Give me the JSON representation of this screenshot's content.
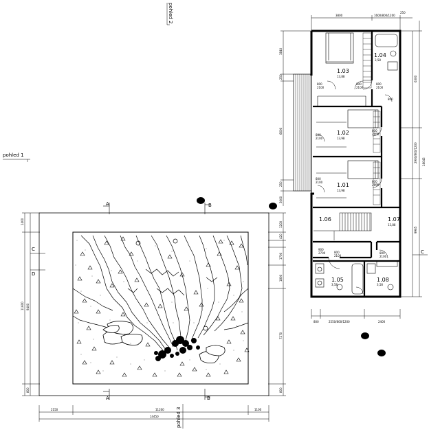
{
  "views": {
    "pohled1": "pohled 1",
    "pohled2": "pohled 2",
    "pohled3": "pohled 3"
  },
  "section_marks": {
    "a": "A",
    "b": "B",
    "c": "C",
    "d": "D"
  },
  "site_dims": {
    "left_1400": "1400",
    "left_11600": "11600",
    "left_9400": "9400",
    "left_800": "800",
    "right_1200": "1200",
    "right_420": "420",
    "right_1700": "1700",
    "right_1800": "1800",
    "right_7270": "7270",
    "right_800": "800",
    "bottom_2150": "2150",
    "bottom_11200": "11200",
    "bottom_1100": "1100",
    "bottom_14450": "14450"
  },
  "plan_dims": {
    "top_3800": "3800",
    "top_1800": "1600/800/1200",
    "top_250": "250",
    "right_6300": "6300",
    "right_18045": "18045",
    "right_2900": "2900/800/1200",
    "right_9965": "9965",
    "left_3840": "3840",
    "left_250a": "250",
    "left_6600": "6600",
    "left_250b": "250",
    "left_3000": "3000",
    "bottom_800": "800",
    "bottom_2550": "2550/800/1200",
    "bottom_2400": "2400"
  },
  "rooms": [
    {
      "id": "r103",
      "label": "1.03",
      "area": "13,88"
    },
    {
      "id": "r104",
      "label": "1.04",
      "area": "3,58"
    },
    {
      "id": "r102",
      "label": "1.02",
      "area": "13,98"
    },
    {
      "id": "r101",
      "label": "1.01",
      "area": "13,98"
    },
    {
      "id": "r106",
      "label": "1.06",
      "area": ""
    },
    {
      "id": "r107",
      "label": "1.07",
      "area": "13,88"
    },
    {
      "id": "r105",
      "label": "1.05",
      "area": "3,58"
    },
    {
      "id": "r108",
      "label": "1.08",
      "area": "3,58"
    }
  ],
  "door_labels": {
    "d800": "800",
    "d900": "900",
    "d2100": "2100",
    "d2700": "2700"
  },
  "colors": {
    "line": "#000000",
    "paper": "#ffffff"
  }
}
